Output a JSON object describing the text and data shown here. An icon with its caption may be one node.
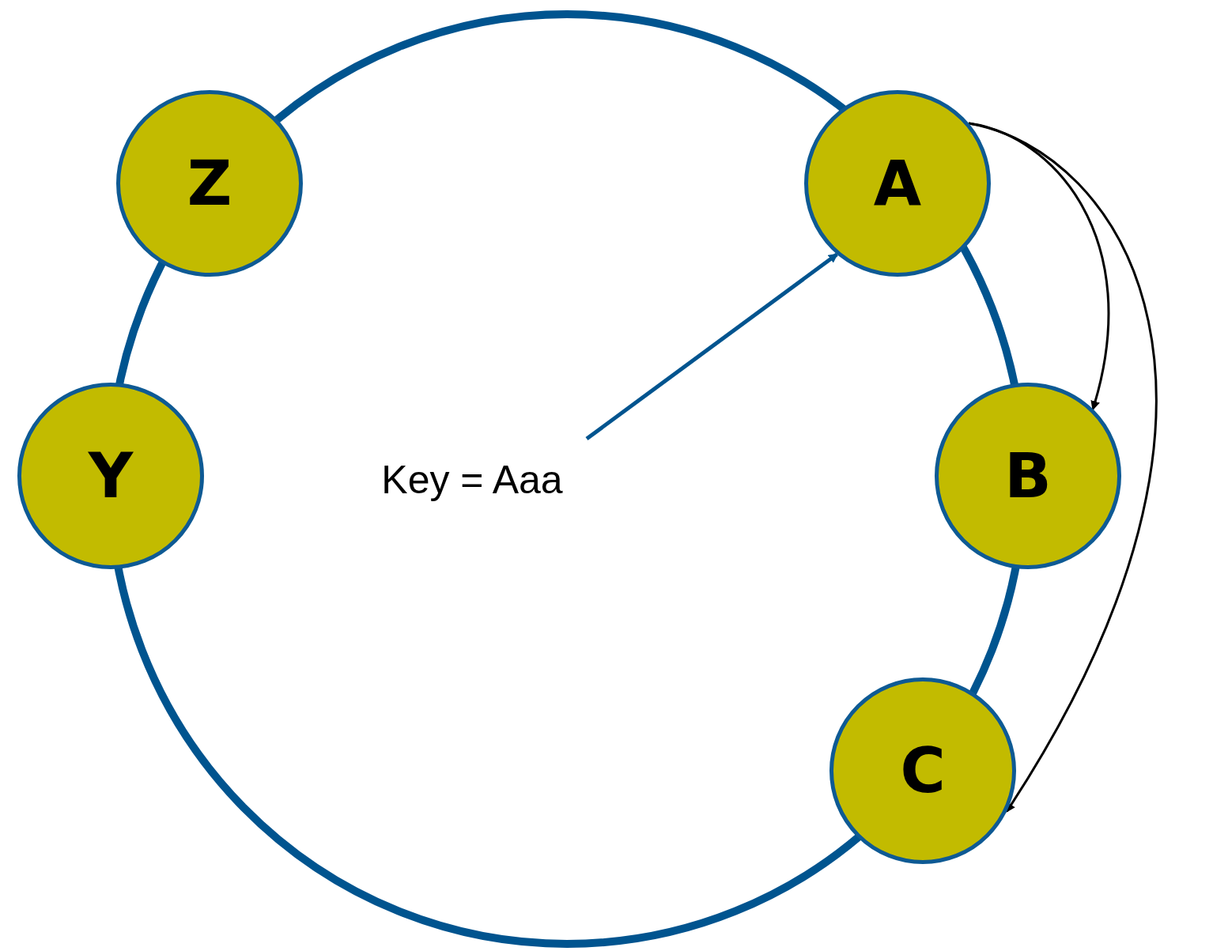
{
  "diagram": {
    "nodes": [
      {
        "text": [
          "Z"
        ]
      },
      {
        "text": [
          "A"
        ]
      },
      {
        "text": [
          "Y"
        ]
      },
      {
        "text": [
          "Key = Aaa"
        ]
      },
      {
        "text": [
          "B"
        ]
      },
      {
        "text": [
          "C"
        ]
      }
    ],
    "edges": [
      {
        "from": 3,
        "to": 1,
        "arrow": "to",
        "color": "#00548f"
      },
      {
        "from": 1,
        "to": 4,
        "arrow": "to"
      },
      {
        "from": 1,
        "to": 5,
        "arrow": "to"
      }
    ]
  }
}
